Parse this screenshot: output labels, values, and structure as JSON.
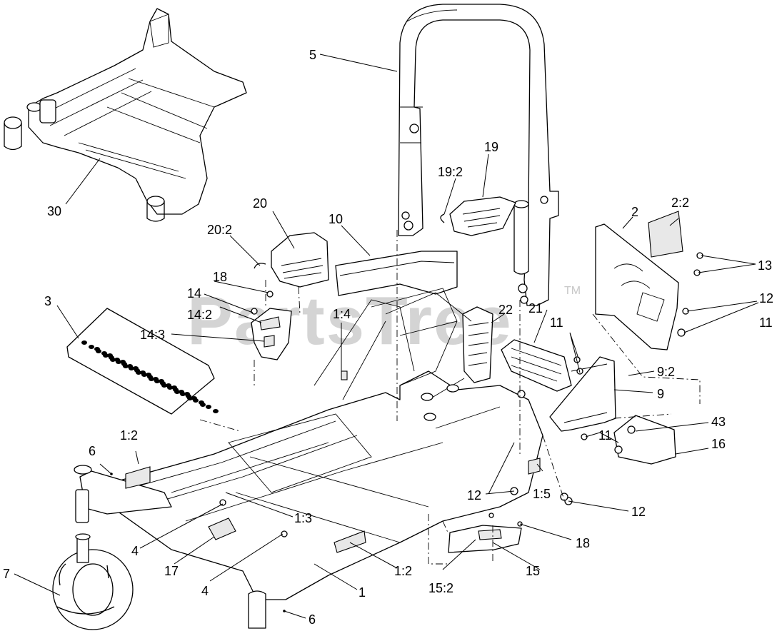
{
  "watermark": {
    "text": "PartsTree",
    "tm": "TM"
  },
  "callouts": [
    {
      "id": "c-5",
      "text": "5"
    },
    {
      "id": "c-19",
      "text": "19"
    },
    {
      "id": "c-19-2",
      "text": "19:2"
    },
    {
      "id": "c-20",
      "text": "20"
    },
    {
      "id": "c-20-2",
      "text": "20:2"
    },
    {
      "id": "c-10",
      "text": "10"
    },
    {
      "id": "c-2",
      "text": "2"
    },
    {
      "id": "c-2-2",
      "text": "2:2"
    },
    {
      "id": "c-13",
      "text": "13"
    },
    {
      "id": "c-12a",
      "text": "12"
    },
    {
      "id": "c-11a",
      "text": "11"
    },
    {
      "id": "c-30",
      "text": "30"
    },
    {
      "id": "c-18a",
      "text": "18"
    },
    {
      "id": "c-14",
      "text": "14"
    },
    {
      "id": "c-14-2",
      "text": "14:2"
    },
    {
      "id": "c-14-3",
      "text": "14:3"
    },
    {
      "id": "c-3",
      "text": "3"
    },
    {
      "id": "c-1-4",
      "text": "1:4"
    },
    {
      "id": "c-22",
      "text": "22"
    },
    {
      "id": "c-21",
      "text": "21"
    },
    {
      "id": "c-11b",
      "text": "11"
    },
    {
      "id": "c-9-2",
      "text": "9:2"
    },
    {
      "id": "c-9",
      "text": "9"
    },
    {
      "id": "c-43",
      "text": "43"
    },
    {
      "id": "c-11c",
      "text": "11"
    },
    {
      "id": "c-16",
      "text": "16"
    },
    {
      "id": "c-1-2a",
      "text": "1:2"
    },
    {
      "id": "c-6a",
      "text": "6"
    },
    {
      "id": "c-1-3",
      "text": "1:3"
    },
    {
      "id": "c-12b",
      "text": "12"
    },
    {
      "id": "c-1-5",
      "text": "1:5"
    },
    {
      "id": "c-12c",
      "text": "12"
    },
    {
      "id": "c-4a",
      "text": "4"
    },
    {
      "id": "c-18b",
      "text": "18"
    },
    {
      "id": "c-17",
      "text": "17"
    },
    {
      "id": "c-1-2b",
      "text": "1:2"
    },
    {
      "id": "c-15",
      "text": "15"
    },
    {
      "id": "c-15-2",
      "text": "15:2"
    },
    {
      "id": "c-4b",
      "text": "4"
    },
    {
      "id": "c-1",
      "text": "1"
    },
    {
      "id": "c-7",
      "text": "7"
    },
    {
      "id": "c-6b",
      "text": "6"
    }
  ]
}
